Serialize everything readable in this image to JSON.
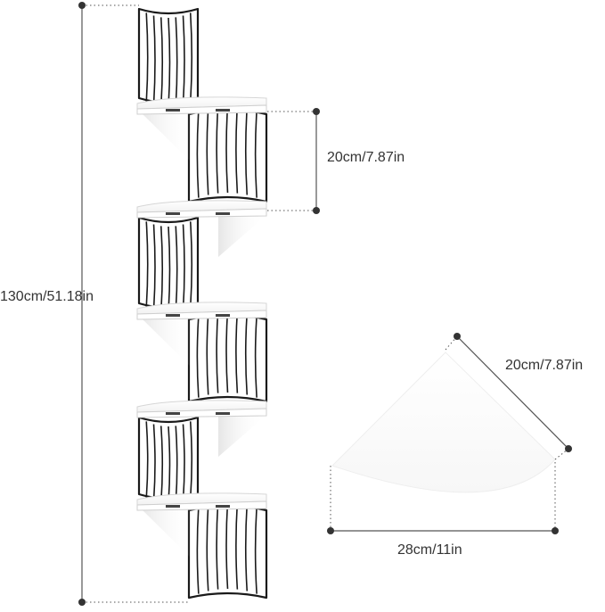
{
  "dimensions": {
    "total_height": "130cm/51.18in",
    "shelf_spacing": "20cm/7.87in",
    "shelf_depth": "20cm/7.87in",
    "shelf_width": "28cm/11in"
  },
  "product": {
    "shelf_count": 5,
    "shelf_color": "#ffffff",
    "rack_color": "#1a1a1a"
  },
  "colors": {
    "dimension_line": "#555555",
    "dimension_text": "#333333",
    "shelf_shadow": "#d9d9d9"
  }
}
